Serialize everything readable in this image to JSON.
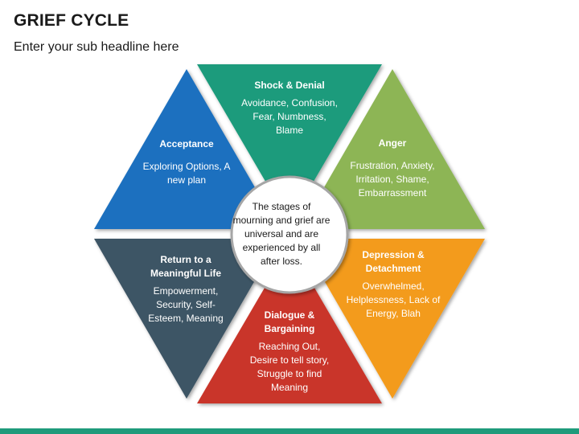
{
  "header": {
    "title": "GRIEF CYCLE",
    "subtitle": "Enter your sub headline here"
  },
  "diagram": {
    "center_text": "The stages of mourning and grief are universal and are experienced by all after loss.",
    "stages": [
      {
        "key": "shock",
        "title": "Shock & Denial",
        "description": "Avoidance, Confusion, Fear, Numbness, Blame",
        "color": "#1f9b7b"
      },
      {
        "key": "anger",
        "title": "Anger",
        "description": "Frustration, Anxiety, Irritation, Shame, Embarrassment",
        "color": "#8db554"
      },
      {
        "key": "depression",
        "title": "Depression & Detachment",
        "description": "Overwhelmed, Helplessness, Lack of Energy, Blah",
        "color": "#f39b1d"
      },
      {
        "key": "dialogue",
        "title": "Dialogue & Bargaining",
        "description": "Reaching Out, Desire to tell story, Struggle to find Meaning",
        "color": "#c9352b"
      },
      {
        "key": "return",
        "title": "Return to a Meaningful Life",
        "description": "Empowerment, Security, Self-Esteem, Meaning",
        "color": "#3e5465"
      },
      {
        "key": "acceptance",
        "title": "Acceptance",
        "description": "Exploring Options, A new plan",
        "color": "#1a6fbf"
      }
    ]
  },
  "colors": {
    "footer": "#1f9b7b",
    "circle_fill": "#ffffff",
    "circle_stroke": "#a6a6a6"
  }
}
